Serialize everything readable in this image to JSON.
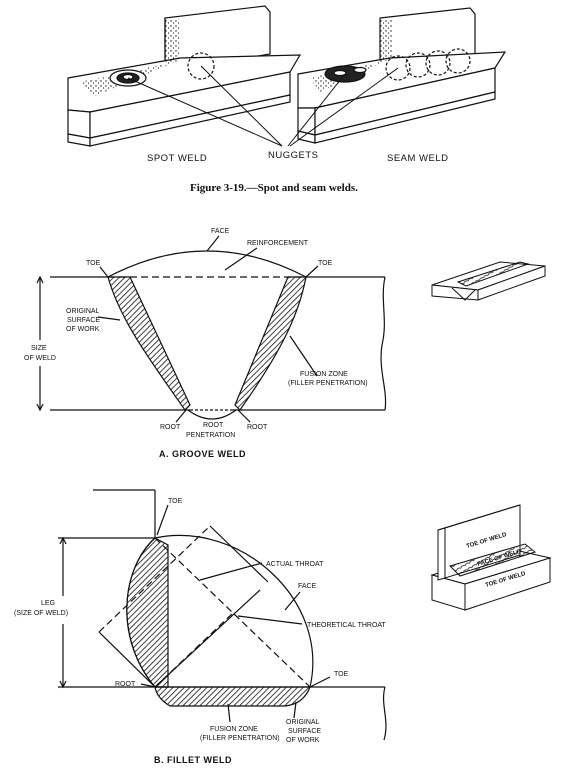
{
  "figure_top": {
    "spot_label": "SPOT WELD",
    "nuggets_label": "NUGGETS",
    "seam_label": "SEAM WELD",
    "caption": "Figure 3-19.—Spot and seam welds."
  },
  "groove": {
    "face": "FACE",
    "reinforcement": "REINFORCEMENT",
    "toe_left": "TOE",
    "toe_right": "TOE",
    "orig_1": "ORIGINAL",
    "orig_2": "SURFACE",
    "orig_3": "OF WORK",
    "size_1": "SIZE",
    "size_2": "OF WELD",
    "fusion_1": "FUSION ZONE",
    "fusion_2": "(FILLER PENETRATION)",
    "root_left": "ROOT",
    "root_pen_1": "ROOT",
    "root_pen_2": "PENETRATION",
    "root_right": "ROOT",
    "title": "A.  GROOVE WELD"
  },
  "fillet": {
    "toe_top": "TOE",
    "actual_throat": "ACTUAL THROAT",
    "face": "FACE",
    "leg_1": "LEG",
    "leg_2": "(SIZE OF WELD)",
    "theoretical_throat": "THEORETICAL THROAT",
    "toe_right": "TOE",
    "root": "ROOT",
    "fusion_1": "FUSION ZONE",
    "fusion_2": "(FILLER PENETRATION)",
    "orig_1": "ORIGINAL",
    "orig_2": "SURFACE",
    "orig_3": "OF WORK",
    "title": "B.  FILLET WELD",
    "inset_toe_top": "TOE OF WELD",
    "inset_face": "FACE OF WELD",
    "inset_toe_bottom": "TOE OF WELD"
  }
}
